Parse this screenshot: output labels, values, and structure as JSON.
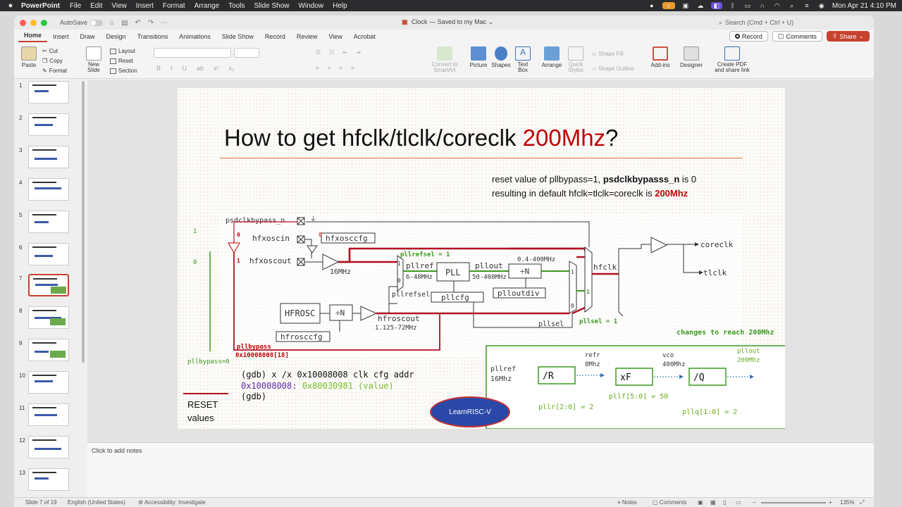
{
  "menubar": {
    "app": "PowerPoint",
    "items": [
      "File",
      "Edit",
      "View",
      "Insert",
      "Format",
      "Arrange",
      "Tools",
      "Slide Show",
      "Window",
      "Help"
    ],
    "clock": "Mon Apr 21  4:10 PM"
  },
  "titlebar": {
    "autosave": "AutoSave",
    "doc_name": "Clock",
    "doc_status": "— Saved to my Mac ⌄",
    "search_placeholder": "Search (Cmd + Ctrl + U)"
  },
  "ribbon_tabs": [
    "Home",
    "Insert",
    "Draw",
    "Design",
    "Transitions",
    "Animations",
    "Slide Show",
    "Record",
    "Review",
    "View",
    "Acrobat"
  ],
  "ribbon_right": {
    "record": "Record",
    "comments": "Comments",
    "share": "Share"
  },
  "ribbon": {
    "paste": "Paste",
    "cut": "Cut",
    "copy": "Copy",
    "format": "Format",
    "new_slide": "New\nSlide",
    "layout": "Layout",
    "reset": "Reset",
    "section": "Section",
    "convert": "Convert to\nSmartArt",
    "picture": "Picture",
    "shapes": "Shapes",
    "textbox": "Text\nBox",
    "arrange": "Arrange",
    "quick_styles": "Quick\nStyles",
    "shape_fill": "Shape Fill",
    "shape_outline": "Shape Outline",
    "addins": "Add-ins",
    "designer": "Designer",
    "create_pdf": "Create PDF\nand share link"
  },
  "thumbnails": [
    "1",
    "2",
    "3",
    "4",
    "5",
    "6",
    "7",
    "8",
    "9",
    "10",
    "11",
    "12",
    "13"
  ],
  "selected_thumb": "7",
  "slide": {
    "title_main": "How to get hfclk/tlclk/coreclk ",
    "title_red": "200Mhz",
    "title_end": "?",
    "reset_line1_a": "reset value of pllbypass=1, ",
    "reset_line1_b": "psdclkbypasss_n",
    "reset_line1_c": " is 0",
    "reset_line2_a": "resulting in default hfclk=tlclk=coreclk is ",
    "reset_line2_b": "200Mhz",
    "gdb1": "(gdb) x /x 0x10008008 clk cfg addr",
    "gdb2_addr": "0x10008008:",
    "gdb2_val": " 0x80030981 (value)",
    "gdb3": "(gdb)",
    "reset_label": "RESET\nvalues",
    "logo": "LearnRISC-V",
    "diagram": {
      "psdclkbypass": "psdclkbypass_n",
      "hfxoscin": "hfxoscin",
      "hfxosccfg": "hfxosccfg",
      "hfxoscout": "hfxoscout",
      "f16": "16MHz",
      "pllrefsel1": "pllrefsel = 1",
      "pllref": "pllref",
      "f6_48": "6-48MHz",
      "pll": "PLL",
      "pllout": "pllout",
      "f50_400": "50-400MHz",
      "f04_400": "0.4-400MHz",
      "divn": "÷N",
      "plloutdiv": "plloutdiv",
      "hfclk": "hfclk",
      "coreclk": "coreclk",
      "tlclk": "tlclk",
      "pllrefsel": "pllrefsel",
      "pllcfg": "pllcfg",
      "hfrosc": "HFROSC",
      "hfroscout": "hfroscout",
      "f1_125": "1.125-72MHz",
      "hfrosccfg": "hfrosccfg",
      "pllsel": "pllsel",
      "pllsel1": "pllsel = 1",
      "pllbypass": "pllbypass",
      "addr_bit": "0x10008008[18]",
      "pllbypass0": "pllbypass=0",
      "one_a": "1",
      "zero_a": "0",
      "zero_b": "0",
      "one_b": "1",
      "zero_red": "0",
      "mux1": "1",
      "mux0": "0",
      "gnd": "1",
      "mux_out1": "1",
      "mux_out0": "0"
    },
    "changes": {
      "title": "changes to reach 200Mhz",
      "pllref": "pllref",
      "pllref_f": "16Mhz",
      "refr": "refr",
      "refr_f": "8Mhz",
      "vco": "vco",
      "vco_f": "400Mhz",
      "pllout": "pllout",
      "pllout_f": "200Mhz",
      "r": "/R",
      "f": "xF",
      "q": "/Q",
      "pllr": "pllr[2:0] = 2",
      "pllf": "pllf[5:0] = 50",
      "pllq": "pllq[1:0] = 2"
    }
  },
  "notes_placeholder": "Click to add notes",
  "status": {
    "slide": "Slide 7 of 19",
    "lang": "English (United States)",
    "access": "Accessibility: Investigate",
    "notes": "Notes",
    "comments": "Comments",
    "zoom": "135%"
  }
}
